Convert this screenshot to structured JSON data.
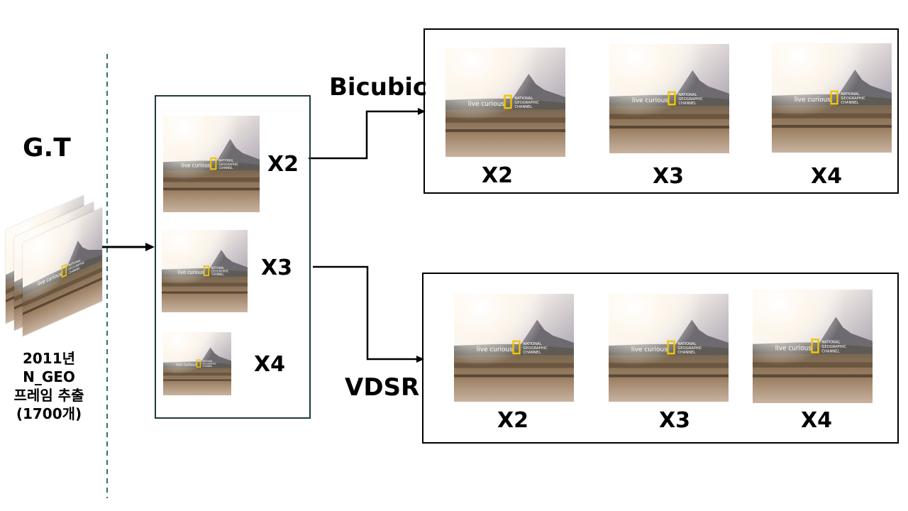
{
  "gt": {
    "title": "G.T",
    "caption_line1": "2011년",
    "caption_line2": "N_GEO",
    "caption_line3": "프레임 추출",
    "caption_line4": "(1700개)"
  },
  "downscale": {
    "labels": [
      "X2",
      "X3",
      "X4"
    ]
  },
  "bicubic": {
    "title": "Bicubic",
    "labels": [
      "X2",
      "X3",
      "X4"
    ]
  },
  "vdsr": {
    "title": "VDSR",
    "labels": [
      "X2",
      "X3",
      "X4"
    ]
  },
  "frame_overlay": {
    "tagline": "live curious",
    "brand_line1": "NATIONAL",
    "brand_line2": "GEOGRAPHIC",
    "brand_line3": "CHANNEL"
  },
  "colors": {
    "dashed_line": "#2f6f6a",
    "box_border": "#1f3a3f",
    "logo_yellow": "#f2c500"
  }
}
